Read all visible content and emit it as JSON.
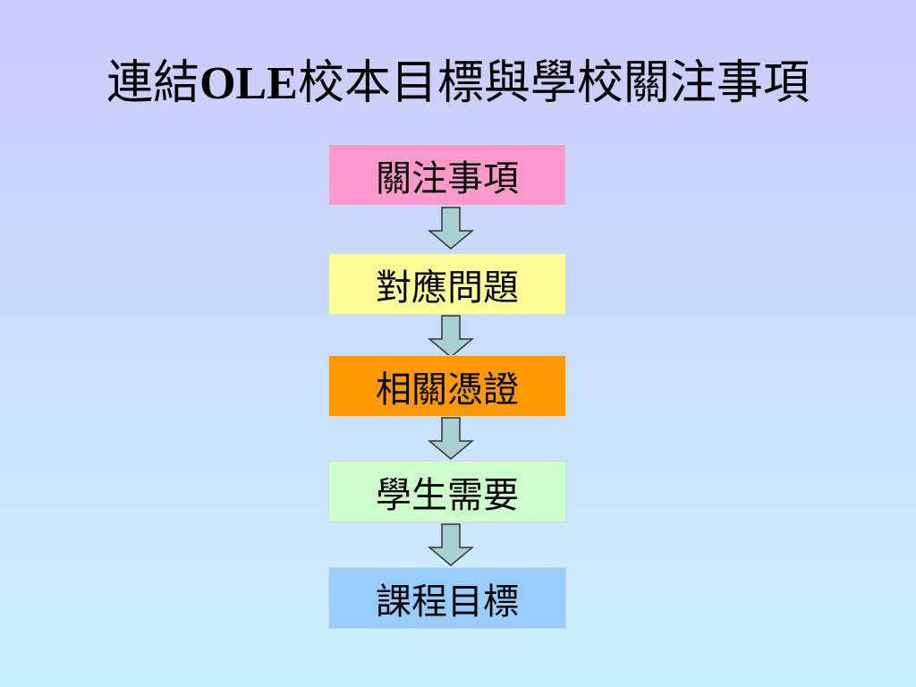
{
  "title": {
    "prefix": "連結",
    "latin": "OLE",
    "suffix": "校本目標與學校關注事項"
  },
  "steps": [
    {
      "label": "關注事項",
      "color": "#ff99cc"
    },
    {
      "label": "對應問題",
      "color": "#ffff99"
    },
    {
      "label": "相關憑證",
      "color": "#ff9900"
    },
    {
      "label": "學生需要",
      "color": "#ccffcc"
    },
    {
      "label": "課程目標",
      "color": "#99ccff"
    }
  ],
  "arrow_color": "#a8d0d0",
  "icons": {
    "connector": "down-arrow-icon"
  }
}
